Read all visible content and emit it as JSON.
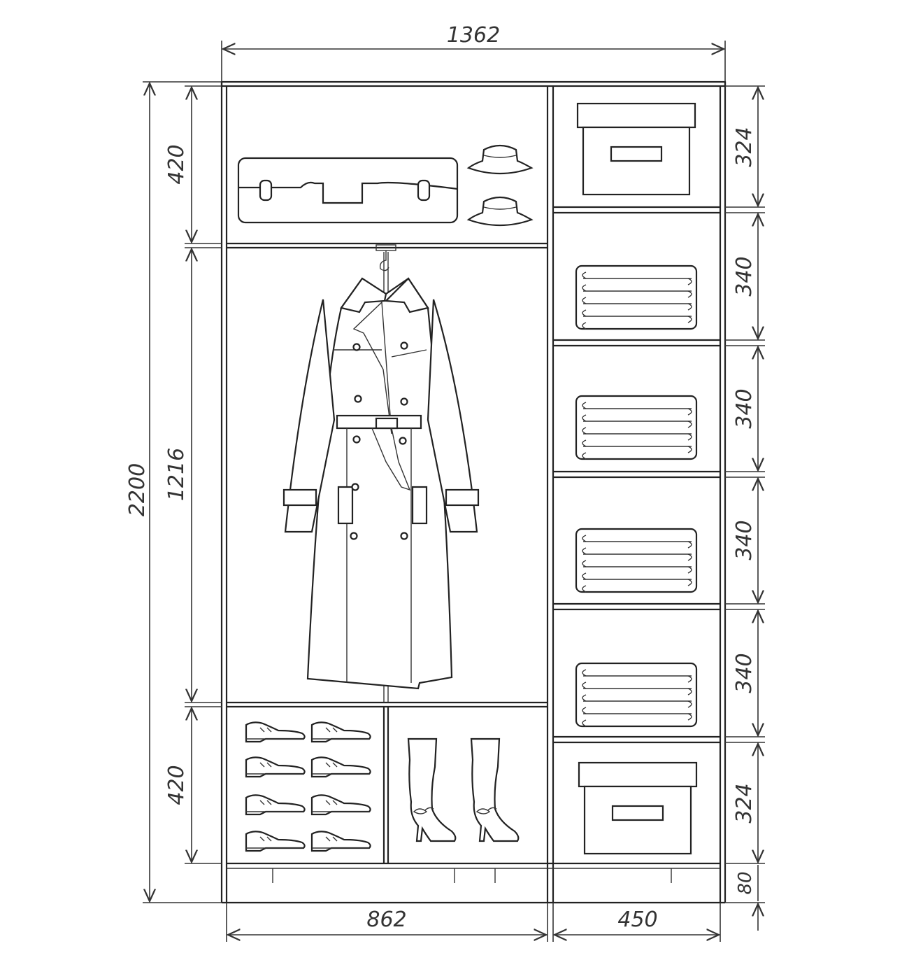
{
  "dimensions": {
    "total_width": "1362",
    "total_height": "2200",
    "left_width": "862",
    "right_width": "450",
    "left_top": "420",
    "left_middle": "1216",
    "left_bottom": "420",
    "right_sections": [
      "324",
      "340",
      "340",
      "340",
      "340",
      "324"
    ],
    "plinth": "80"
  },
  "colors": {
    "line": "#222222",
    "background": "#ffffff"
  }
}
